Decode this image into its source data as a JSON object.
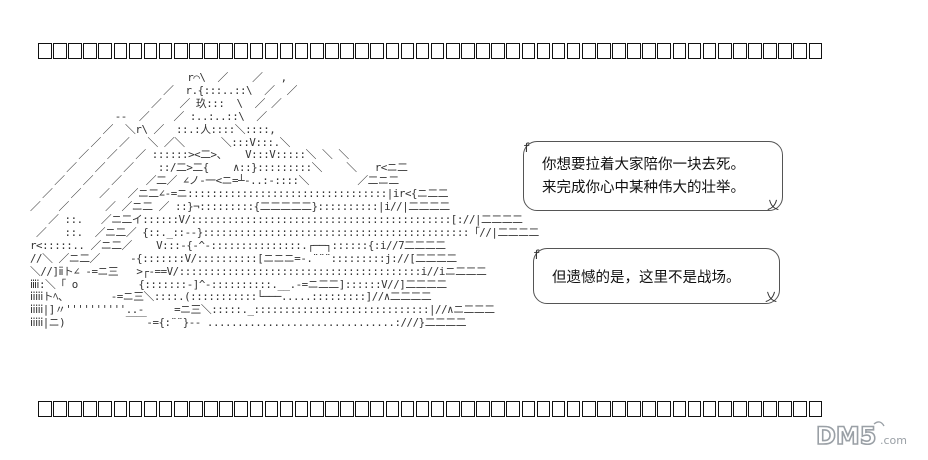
{
  "art": {
    "lines": [
      "                          r⌒\\  ／    ／   ,",
      "                      ／  r.{:::..::\\  ／  ／",
      "                    ／   ／ 玖:::  \\  ／ ／",
      "              --  ／    ／ :..:..::\\  ／",
      "            ／  ＼r\\ ／  ::.:人::::＼::::,",
      "          ／   ／   ＼ ／＼      ＼:::V:::.＼",
      "        ／   ／   ／ ::::::><二>、   V:::V:::::＼ ＼ ＼",
      "      ／   ／   ／    ::/二>二{    ∧::}:::::::::＼    ＼   r<ニ二",
      "    ／   ／   ／    ／二／ ∠ノ-一<ニ=┴-..:-::::＼        ／二ニ二",
      "  ／   ／   ／   ／ニ二∠-=ニ:::::::::::::::::::::::::::::::::|ir<{ニ二二",
      "／   ／      ／ ／ニ二 ／ ::}¬:::::::::{二二二二二}::::::::::|i//|二二二二",
      "   ／ ::.   ／ニ二イ::::::V/:::::::::::::::::::::::::::::::::::::::::::[://|二二二二",
      " ／   ::.  ／ニ二／ {::._::--}::::::::::::::::::::::::::::::::::::::::::::「//|二二二二",
      "r<:::::.. ／ニ二／    V:::-{-^-:::::::::::::::.┌──┐::::::{:i//7二二二二",
      "//＼ ／ニ二／     -{:::::::V/::::::::::[ニニニ=-.¨¨¨:::::::::j://[二二二二",
      "＼//]ⅱト∠ -=ニ三   >┌-==V/::::::::::::::::::::::::::::::::::::::::i//iニ二二二",
      "ⅲⅰ:＼「 o          {:::::::-]^-::::::::::.__.-=ニ二二]::::::V//]二二二二",
      "ⅰⅰⅰⅰⅰトﾍ、       -=ニ三＼::::.(:::::::::::└───.....:::::::::]//∧二二二二",
      "ⅰⅰⅰⅰⅰ|]〃''''''''''..-     =ニ三＼:::::._:::::::::::::::::::::::::::::|//∧ニ二二二",
      "ⅰⅰⅰⅰⅰ|ニ)          ￣￣-={:¨¨}-- ...............................:///}二二二二"
    ]
  },
  "bubbles": [
    {
      "lines": [
        "你想要拉着大家陪你一块去死。",
        "来完成你心中某种伟大的壮举。"
      ]
    },
    {
      "lines": [
        "但遗憾的是，这里不是战场。"
      ]
    }
  ],
  "decor": {
    "hook_left": "f",
    "hook_right": "乂"
  },
  "watermark": {
    "text": "DM5",
    "suffix": ".com"
  },
  "colors": {
    "border": "#111111",
    "bubble_border": "#555555",
    "watermark": "#9aa0a6"
  }
}
